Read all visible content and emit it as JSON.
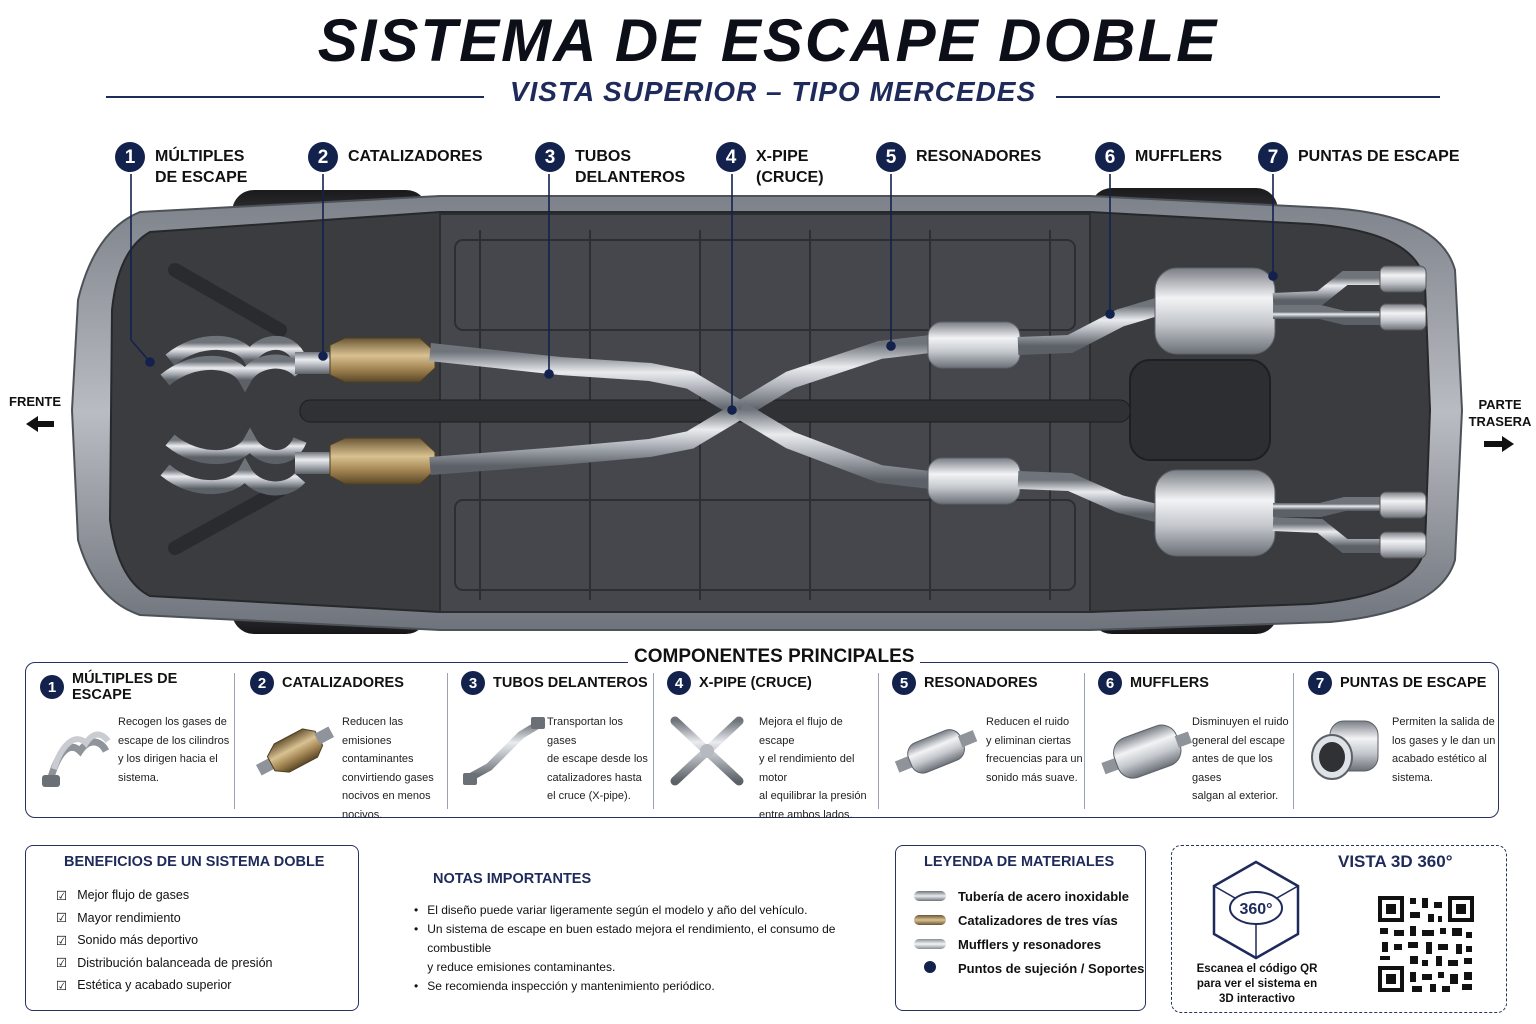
{
  "header": {
    "title": "SISTEMA DE ESCAPE DOBLE",
    "subtitle": "VISTA SUPERIOR – TIPO MERCEDES"
  },
  "callouts": [
    {
      "num": "1",
      "line1": "MÚLTIPLES",
      "line2": "DE ESCAPE"
    },
    {
      "num": "2",
      "line1": "CATALIZADORES",
      "line2": ""
    },
    {
      "num": "3",
      "line1": "TUBOS",
      "line2": "DELANTEROS"
    },
    {
      "num": "4",
      "line1": "X-PIPE",
      "line2": "(CRUCE)"
    },
    {
      "num": "5",
      "line1": "RESONADORES",
      "line2": ""
    },
    {
      "num": "6",
      "line1": "MUFFLERS",
      "line2": ""
    },
    {
      "num": "7",
      "line1": "PUNTAS DE ESCAPE",
      "line2": ""
    }
  ],
  "directions": {
    "front": "FRENTE",
    "rear_line1": "PARTE",
    "rear_line2": "TRASERA"
  },
  "components": {
    "title": "COMPONENTES PRINCIPALES",
    "items": [
      {
        "num": "1",
        "name": "MÚLTIPLES DE ESCAPE",
        "lines": [
          "Recogen los gases de",
          "escape de los cilindros",
          "y los dirigen hacia el",
          "sistema."
        ]
      },
      {
        "num": "2",
        "name": "CATALIZADORES",
        "lines": [
          "Reducen las emisiones",
          "contaminantes",
          "convirtiendo gases",
          "nocivos en menos",
          "nocivos."
        ]
      },
      {
        "num": "3",
        "name": "TUBOS DELANTEROS",
        "lines": [
          "Transportan los gases",
          "de escape desde los",
          "catalizadores hasta",
          "el cruce (X-pipe)."
        ]
      },
      {
        "num": "4",
        "name": "X-PIPE (CRUCE)",
        "lines": [
          "Mejora el flujo de escape",
          "y el rendimiento del motor",
          "al equilibrar la presión",
          "entre ambos lados."
        ]
      },
      {
        "num": "5",
        "name": "RESONADORES",
        "lines": [
          "Reducen el ruido",
          "y eliminan ciertas",
          "frecuencias para un",
          "sonido más suave."
        ]
      },
      {
        "num": "6",
        "name": "MUFFLERS",
        "lines": [
          "Disminuyen el ruido",
          "general del escape",
          "antes de que los gases",
          "salgan al exterior."
        ]
      },
      {
        "num": "7",
        "name": "PUNTAS DE ESCAPE",
        "lines": [
          "Permiten la salida de",
          "los gases y le dan un",
          "acabado estético al",
          "sistema."
        ]
      }
    ]
  },
  "benefits": {
    "title": "BENEFICIOS DE UN SISTEMA DOBLE",
    "items": [
      "Mejor flujo de gases",
      "Mayor rendimiento",
      "Sonido más deportivo",
      "Distribución balanceada de presión",
      "Estética y acabado superior"
    ]
  },
  "notes": {
    "title": "NOTAS IMPORTANTES",
    "items": [
      [
        "El diseño puede variar ligeramente según el modelo y año del vehículo."
      ],
      [
        "Un sistema de escape en buen estado mejora el rendimiento, el consumo de combustible",
        "y reduce emisiones contaminantes."
      ],
      [
        "Se recomienda inspección y mantenimiento periódico."
      ]
    ]
  },
  "legend": {
    "title": "LEYENDA DE MATERIALES",
    "items": [
      {
        "label": "Tubería de acero inoxidable",
        "color": "#9ea3aa"
      },
      {
        "label": "Catalizadores de tres vías",
        "color": "#a88a56"
      },
      {
        "label": "Mufflers y resonadores",
        "color": "#c8ccd2"
      },
      {
        "label": "Puntos de sujeción / Soportes",
        "color": "#13214d"
      }
    ]
  },
  "view3d": {
    "title": "VISTA 3D 360°",
    "cube_label": "360°",
    "caption_lines": [
      "Escanea el código QR",
      "para ver el sistema en",
      "3D interactivo"
    ]
  },
  "colors": {
    "navy": "#13214d",
    "steel": "#9ea3aa",
    "catalyst": "#a88a56",
    "chassis": "#3a3c40"
  }
}
